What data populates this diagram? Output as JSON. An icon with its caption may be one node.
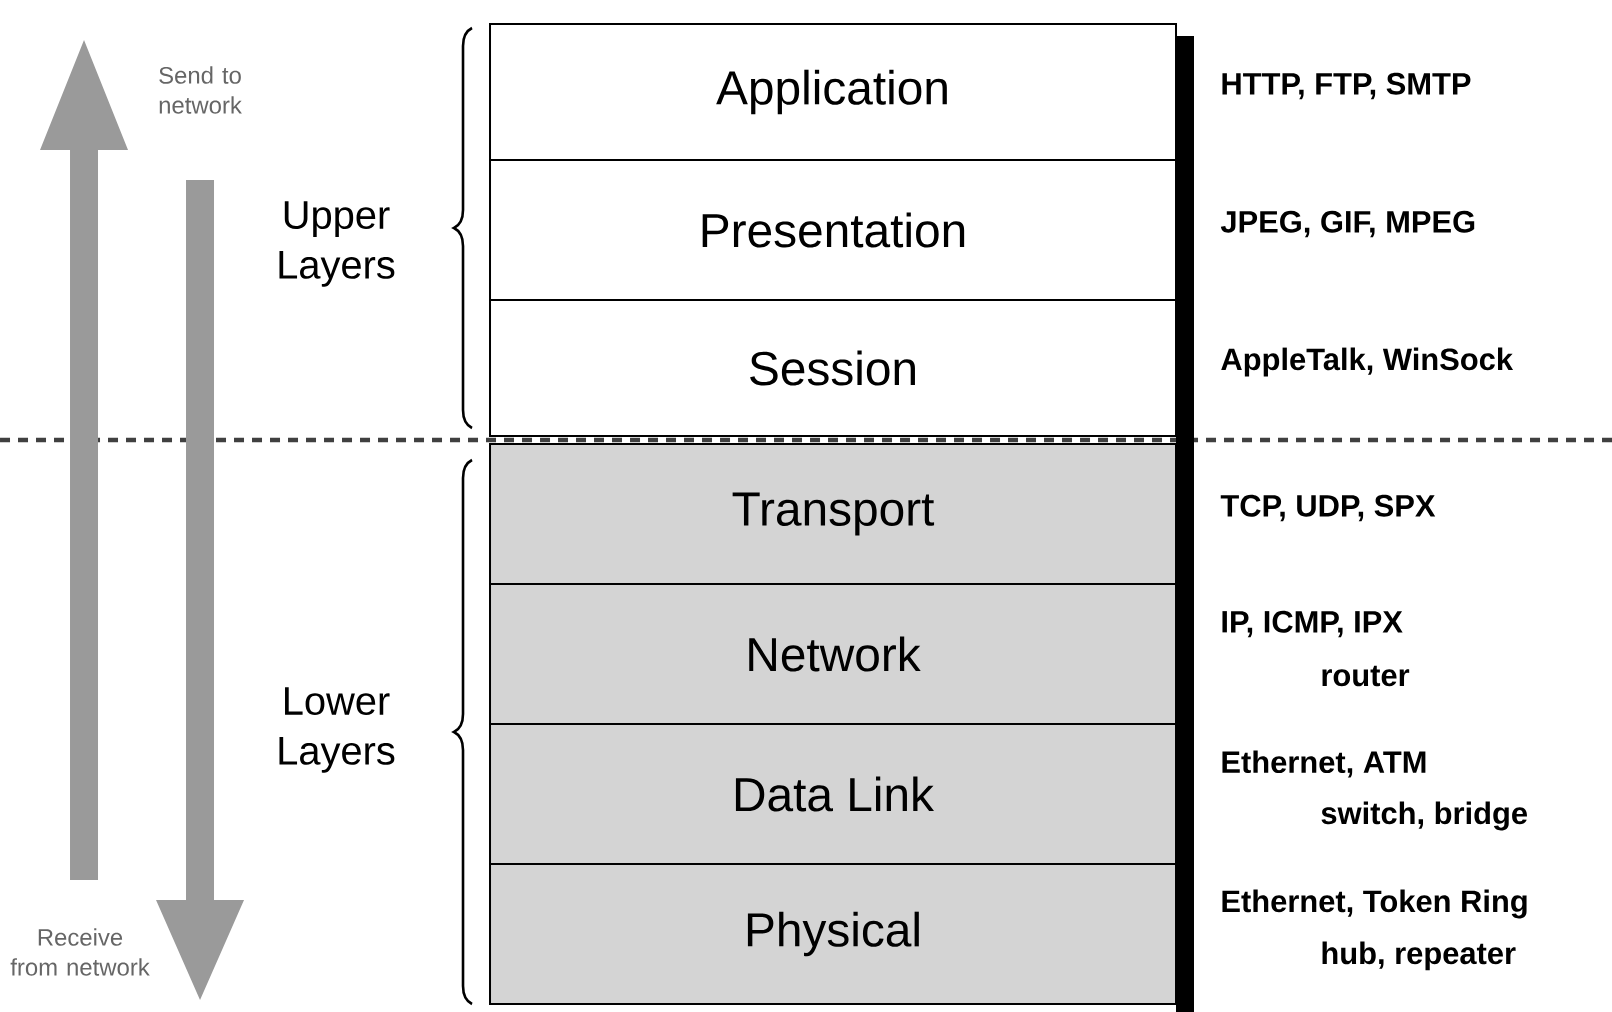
{
  "diagram": {
    "nodes": [
      {
        "text": [
          "Application"
        ],
        "beside": [
          "HTTP, FTP, SMTP"
        ]
      },
      {
        "text": [
          "Presentation"
        ],
        "beside": [
          "JPEG, GIF, MPEG"
        ]
      },
      {
        "text": [
          "Session"
        ],
        "beside": [
          "AppleTalk, WinSock"
        ]
      },
      {
        "text": [
          "Transport"
        ],
        "beside": [
          "TCP, UDP, SPX"
        ]
      },
      {
        "text": [
          "Network"
        ],
        "beside": [
          "IP, ICMP, IPX",
          "router"
        ]
      },
      {
        "text": [
          "Data Link"
        ],
        "beside": [
          "Ethernet, ATM",
          "switch, bridge"
        ]
      },
      {
        "text": [
          "Physical"
        ],
        "beside": [
          "Ethernet, Token Ring",
          "hub, repeater"
        ]
      }
    ],
    "edges": [],
    "labels": [
      "Send to network",
      "Upper Layers",
      "Lower Layers",
      "Receive from network"
    ]
  }
}
